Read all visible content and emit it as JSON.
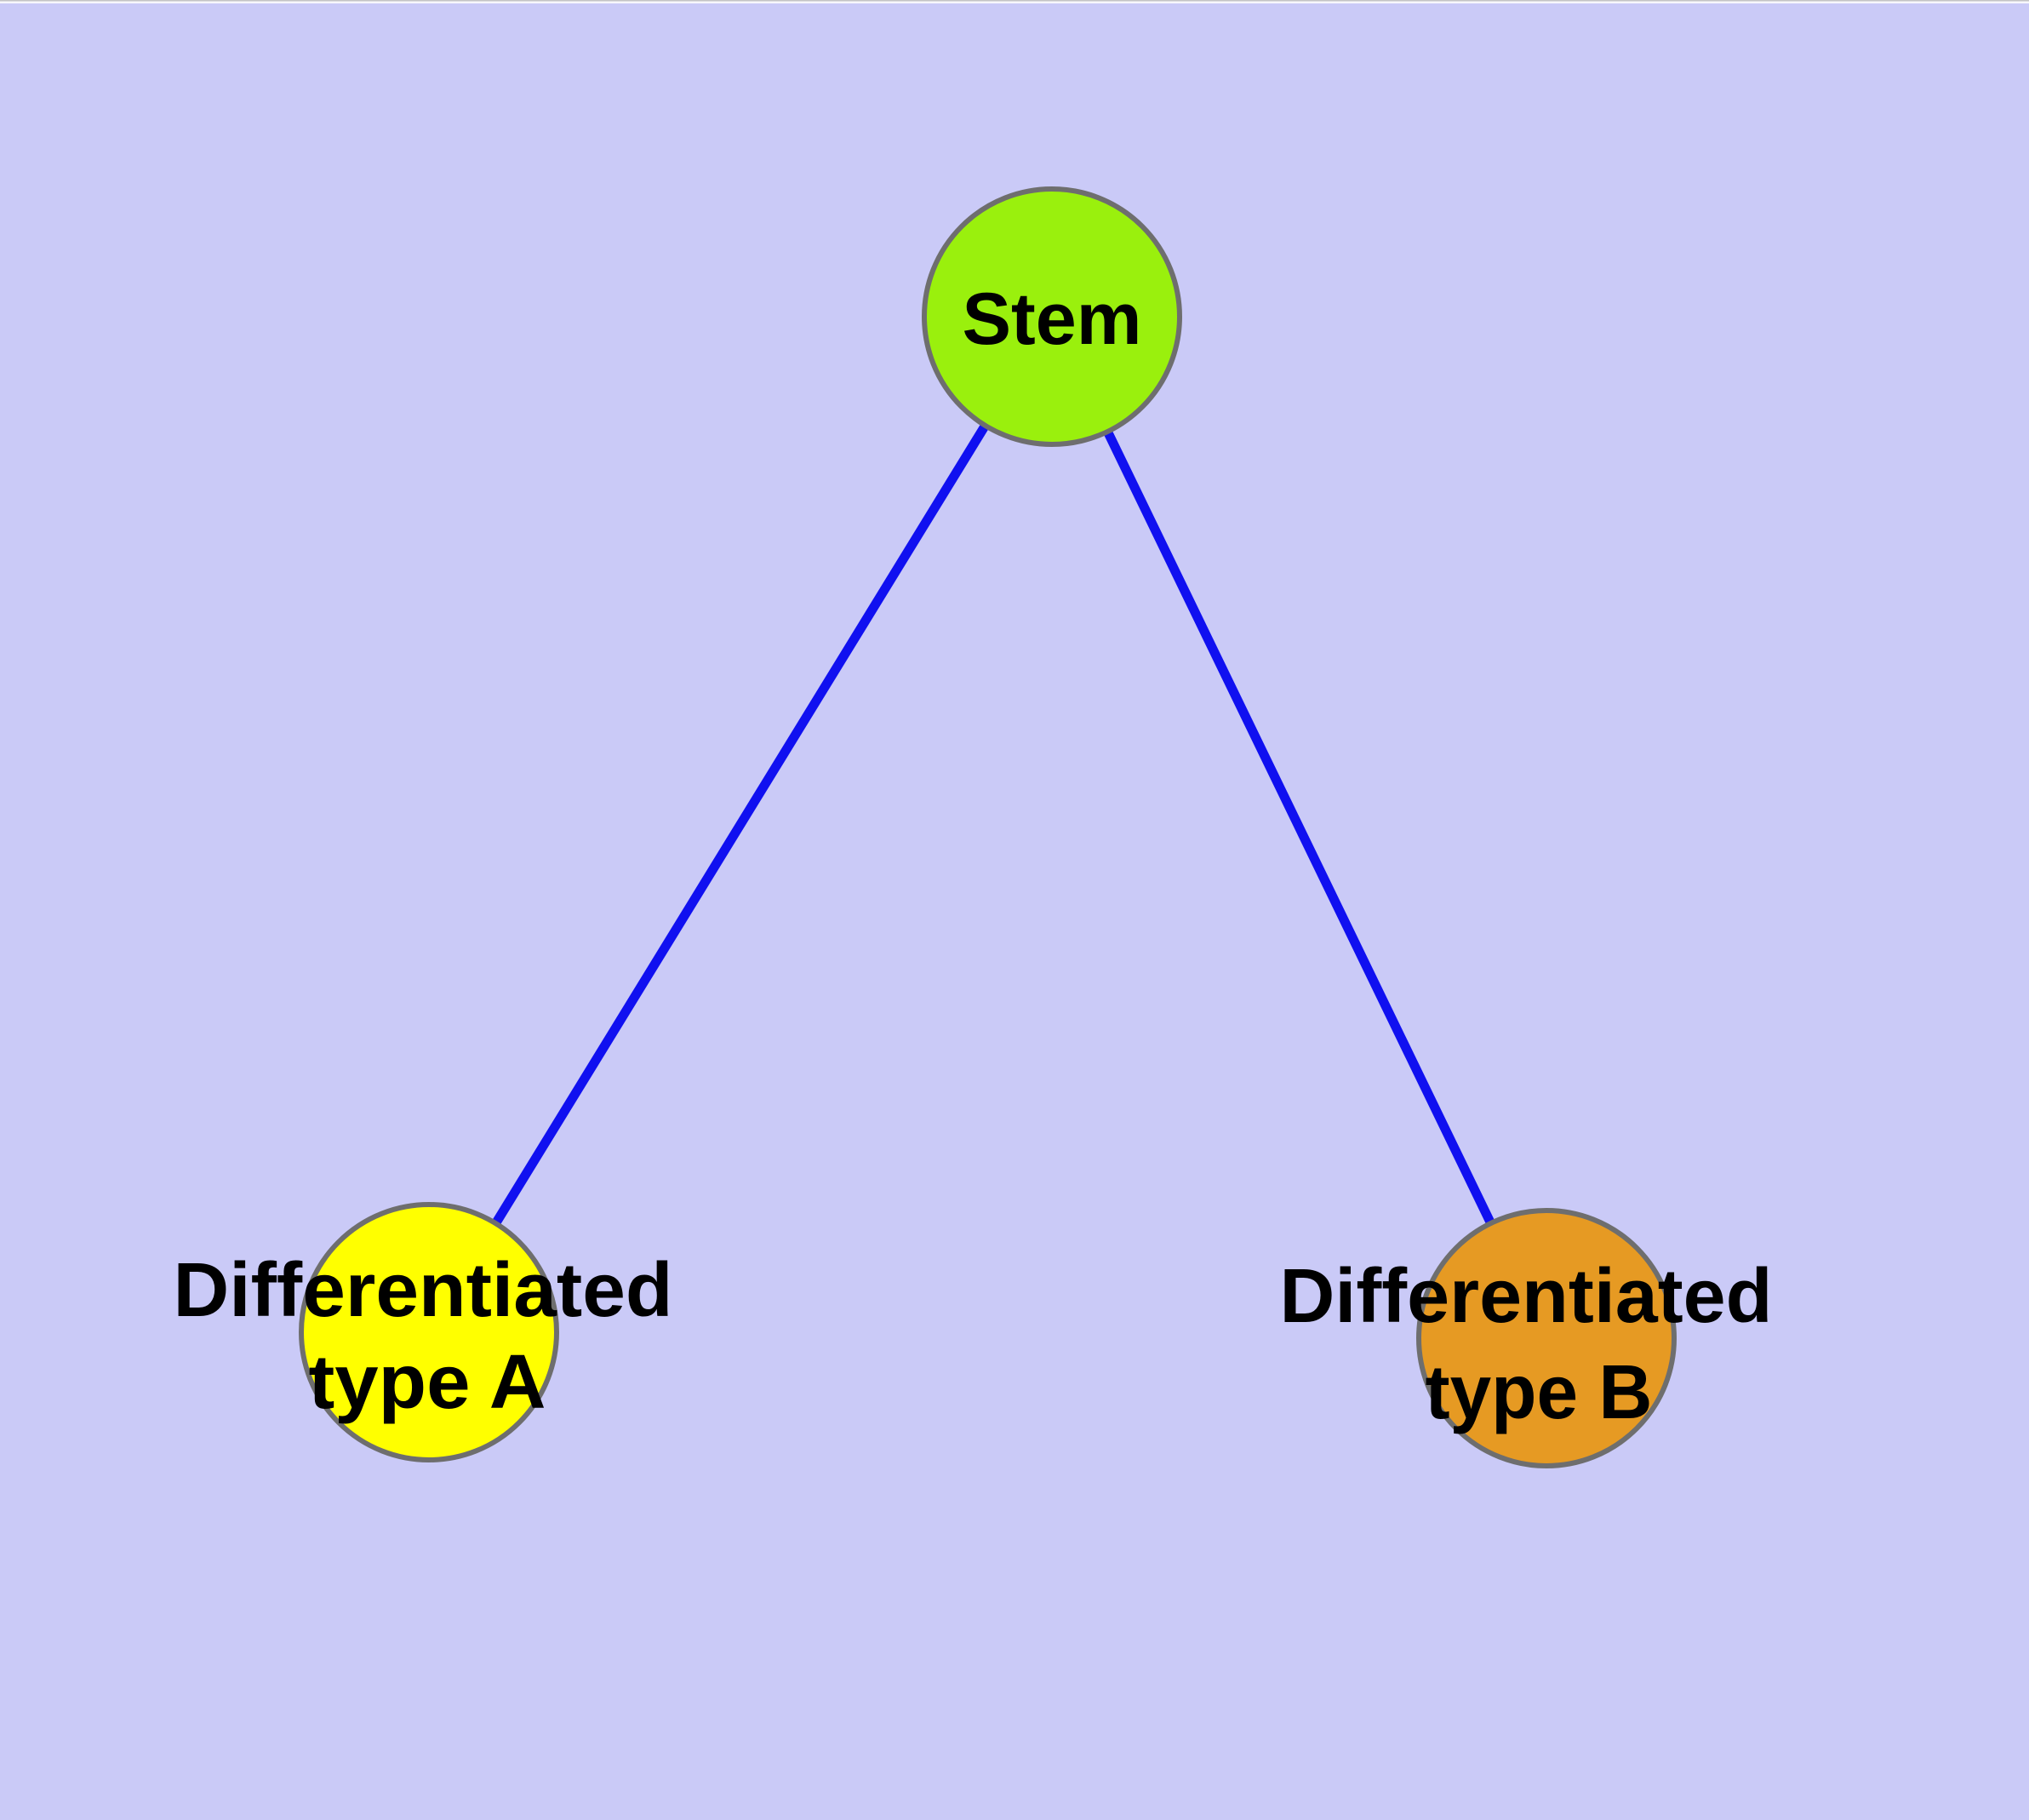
{
  "diagram": {
    "type": "node-link-graph",
    "background_color": "#cacaf7",
    "top_edge_strip_color": "#f7f7fc",
    "top_edge_line_color": "#c4c4c4",
    "text_color": "#000000",
    "node_border_color": "#6e6e6e",
    "edge_color": "#1010f0",
    "nodes": [
      {
        "id": "stem",
        "label": "Stem",
        "fill_color": "#9af00d"
      },
      {
        "id": "differentiated-type-a",
        "label_lines": [
          "Differentiated",
          "type A"
        ],
        "fill_color": "#ffff00"
      },
      {
        "id": "differentiated-type-b",
        "label_lines": [
          "Differentiated",
          "type B"
        ],
        "fill_color": "#e69a23"
      }
    ],
    "edges": [
      {
        "from": "stem",
        "to": "differentiated-type-a"
      },
      {
        "from": "stem",
        "to": "differentiated-type-b"
      }
    ]
  }
}
